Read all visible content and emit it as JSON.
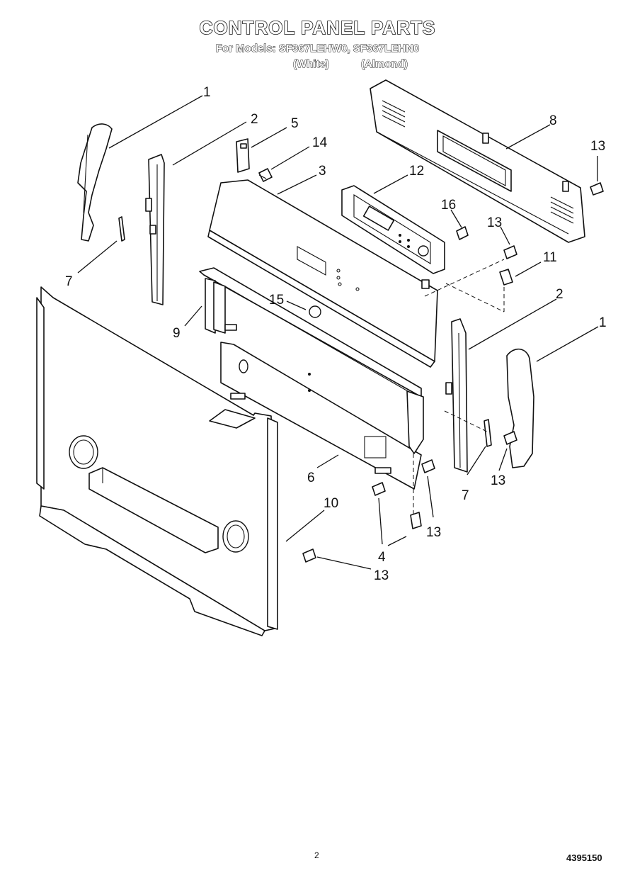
{
  "header": {
    "title": "CONTROL PANEL PARTS",
    "models_line": "For Models: SF367LEHW0, SF367LEHN0",
    "variant_white": "(White)",
    "variant_almond": "(Almond)"
  },
  "callouts": [
    {
      "id": "1-left",
      "label": "1"
    },
    {
      "id": "2-left",
      "label": "2"
    },
    {
      "id": "5",
      "label": "5"
    },
    {
      "id": "14",
      "label": "14"
    },
    {
      "id": "3",
      "label": "3"
    },
    {
      "id": "8",
      "label": "8"
    },
    {
      "id": "13-top-right",
      "label": "13"
    },
    {
      "id": "12",
      "label": "12"
    },
    {
      "id": "16",
      "label": "16"
    },
    {
      "id": "13-mid",
      "label": "13"
    },
    {
      "id": "11",
      "label": "11"
    },
    {
      "id": "2-right",
      "label": "2"
    },
    {
      "id": "1-right",
      "label": "1"
    },
    {
      "id": "7-left",
      "label": "7"
    },
    {
      "id": "15",
      "label": "15"
    },
    {
      "id": "9",
      "label": "9"
    },
    {
      "id": "6",
      "label": "6"
    },
    {
      "id": "7-right",
      "label": "7"
    },
    {
      "id": "13-right",
      "label": "13"
    },
    {
      "id": "10",
      "label": "10"
    },
    {
      "id": "13-lower-mid",
      "label": "13"
    },
    {
      "id": "4",
      "label": "4"
    },
    {
      "id": "13-bottom",
      "label": "13"
    }
  ],
  "footer": {
    "page_number": "2",
    "document_number": "4395150"
  }
}
